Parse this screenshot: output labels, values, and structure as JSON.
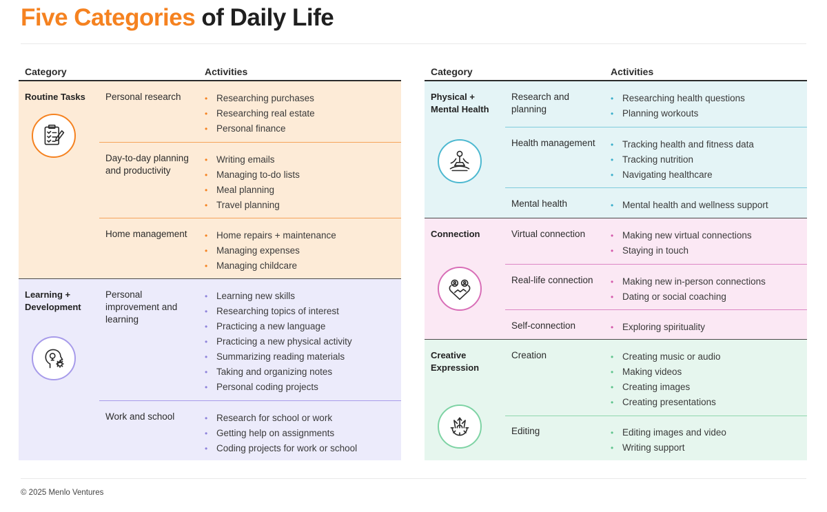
{
  "title": {
    "accent": "Five Categories",
    "rest": " of Daily Life"
  },
  "headers": {
    "category": "Category",
    "activities": "Activities"
  },
  "left": [
    {
      "label": "Routine Tasks",
      "icon": "checklist-icon",
      "color": "#f58220",
      "subs": [
        {
          "name": "Personal research",
          "items": [
            "Researching purchases",
            "Researching real estate",
            "Personal finance"
          ]
        },
        {
          "name": "Day-to-day planning and productivity",
          "items": [
            "Writing emails",
            "Managing to-do lists",
            "Meal planning",
            "Travel planning"
          ]
        },
        {
          "name": "Home management",
          "items": [
            "Home repairs + maintenance",
            "Managing expenses",
            "Managing childcare"
          ]
        }
      ]
    },
    {
      "label": "Learning + Development",
      "icon": "head-gear-icon",
      "color": "#a79bea",
      "subs": [
        {
          "name": "Personal improvement and learning",
          "items": [
            "Learning new skills",
            "Researching topics of interest",
            "Practicing a new language",
            "Practicing a new physical activity",
            "Summarizing reading materials",
            "Taking and organizing notes",
            "Personal coding projects"
          ]
        },
        {
          "name": "Work and school",
          "items": [
            "Research for school or work",
            "Getting help on assignments",
            "Coding projects for work or school"
          ]
        }
      ]
    }
  ],
  "right": [
    {
      "label": "Physical + Mental Health",
      "icon": "meditation-icon",
      "color": "#4cb8d0",
      "subs": [
        {
          "name": "Research and planning",
          "items": [
            "Researching health questions",
            "Planning workouts"
          ]
        },
        {
          "name": "Health management",
          "items": [
            "Tracking health and fitness data",
            "Tracking nutrition",
            "Navigating healthcare"
          ]
        },
        {
          "name": "Mental health",
          "items": [
            "Mental health and wellness support"
          ]
        }
      ]
    },
    {
      "label": "Connection",
      "icon": "handshake-heart-icon",
      "color": "#d86eb7",
      "subs": [
        {
          "name": "Virtual connection",
          "items": [
            "Making new virtual connections",
            "Staying in touch"
          ]
        },
        {
          "name": "Real-life connection",
          "items": [
            "Making new in-person connections",
            "Dating or social coaching"
          ]
        },
        {
          "name": "Self-connection",
          "items": [
            "Exploring spirituality"
          ]
        }
      ]
    },
    {
      "label": "Creative Expression",
      "icon": "creative-gear-icon",
      "color": "#7ed3a4",
      "subs": [
        {
          "name": "Creation",
          "items": [
            "Creating music or audio",
            "Making videos",
            "Creating images",
            "Creating presentations"
          ]
        },
        {
          "name": "Editing",
          "items": [
            "Editing images and video",
            "Writing support"
          ]
        }
      ]
    }
  ],
  "footer": "© 2025 Menlo Ventures"
}
